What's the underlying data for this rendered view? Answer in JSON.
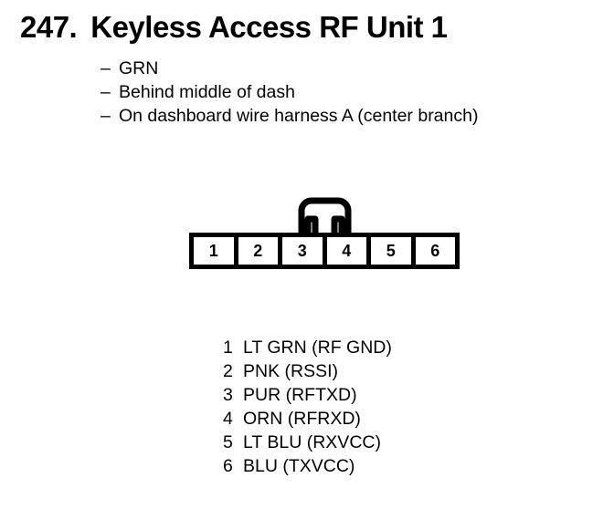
{
  "page": {
    "background_color": "#ffffff",
    "ink_color": "#000000"
  },
  "header": {
    "number": "247.",
    "title": "Keyless Access RF Unit 1"
  },
  "notes": {
    "dash": "–",
    "items": [
      {
        "text": "GRN"
      },
      {
        "text": "Behind middle of dash"
      },
      {
        "text": "On dashboard wire harness A (center branch)"
      }
    ]
  },
  "connector": {
    "name": "6-cavity connector",
    "latch": "locking-tab",
    "cavity_count": 6,
    "cavities": [
      {
        "number": "1"
      },
      {
        "number": "2"
      },
      {
        "number": "3"
      },
      {
        "number": "4"
      },
      {
        "number": "5"
      },
      {
        "number": "6"
      }
    ]
  },
  "pin_legend": [
    {
      "pin": "1",
      "description": "LT GRN (RF GND)"
    },
    {
      "pin": "2",
      "description": "PNK (RSSI)"
    },
    {
      "pin": "3",
      "description": "PUR (RFTXD)"
    },
    {
      "pin": "4",
      "description": "ORN (RFRXD)"
    },
    {
      "pin": "5",
      "description": "LT BLU (RXVCC)"
    },
    {
      "pin": "6",
      "description": "BLU (TXVCC)"
    }
  ]
}
